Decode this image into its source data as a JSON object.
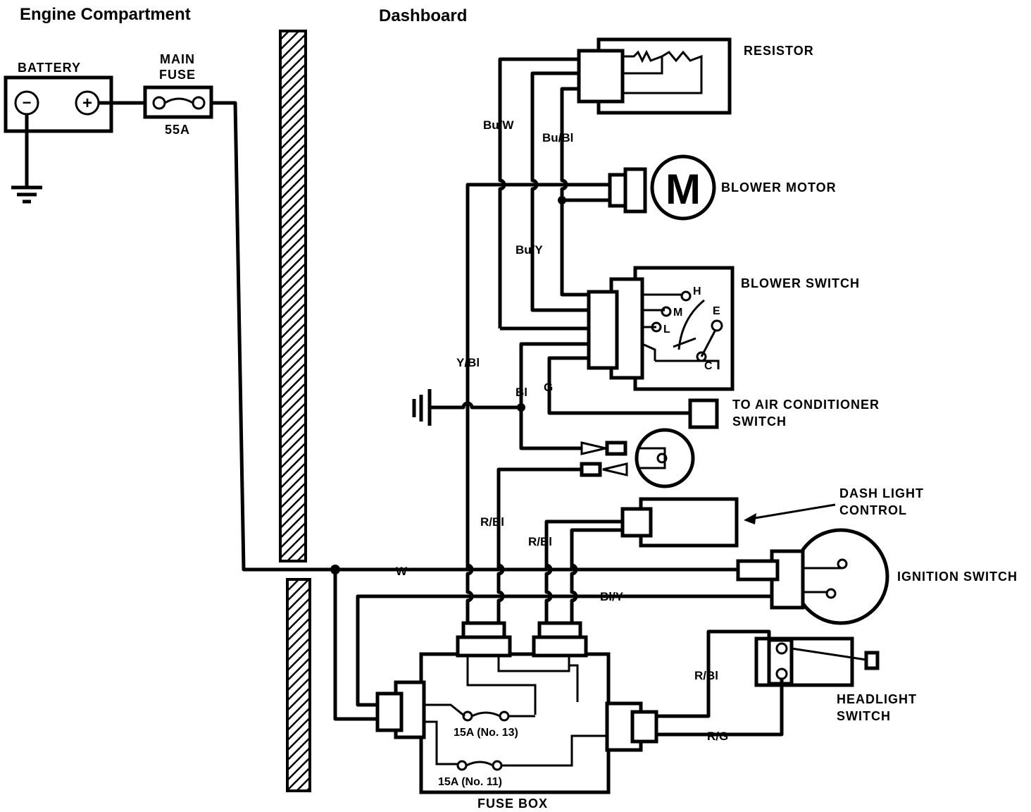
{
  "headers": {
    "engine_compartment": "Engine Compartment",
    "dashboard": "Dashboard"
  },
  "components": {
    "battery": "BATTERY",
    "main_fuse_line1": "MAIN",
    "main_fuse_line2": "FUSE",
    "main_fuse_rating": "55A",
    "resistor": "RESISTOR",
    "blower_motor": "BLOWER MOTOR",
    "blower_motor_symbol": "M",
    "blower_switch": "BLOWER SWITCH",
    "ac_switch_line1": "TO AIR CONDITIONER",
    "ac_switch_line2": "SWITCH",
    "dash_light_line1": "DASH LIGHT",
    "dash_light_line2": "CONTROL",
    "ignition_switch": "IGNITION SWITCH",
    "headlight_line1": "HEADLIGHT",
    "headlight_line2": "SWITCH",
    "fuse_box": "FUSE BOX",
    "fuse_13": "15A (No. 13)",
    "fuse_11": "15A (No. 11)",
    "battery_minus": "−",
    "battery_plus": "+"
  },
  "switch_positions": {
    "h": "H",
    "m": "M",
    "l": "L",
    "e": "E",
    "c": "C"
  },
  "wire_labels": {
    "bu_w": "Bu/W",
    "bu_bl": "Bu/Bl",
    "bu_y": "Bu/Y",
    "y_bl": "Y/Bl",
    "bl": "Bl",
    "g": "G",
    "r_bl_1": "R/Bl",
    "r_bl_2": "R/Bl",
    "w": "W",
    "bl_y": "Bl/Y",
    "r_bl_3": "R/Bl",
    "r_g": "R/G"
  },
  "colors": {
    "ink": "#000000",
    "paper": "#ffffff"
  }
}
